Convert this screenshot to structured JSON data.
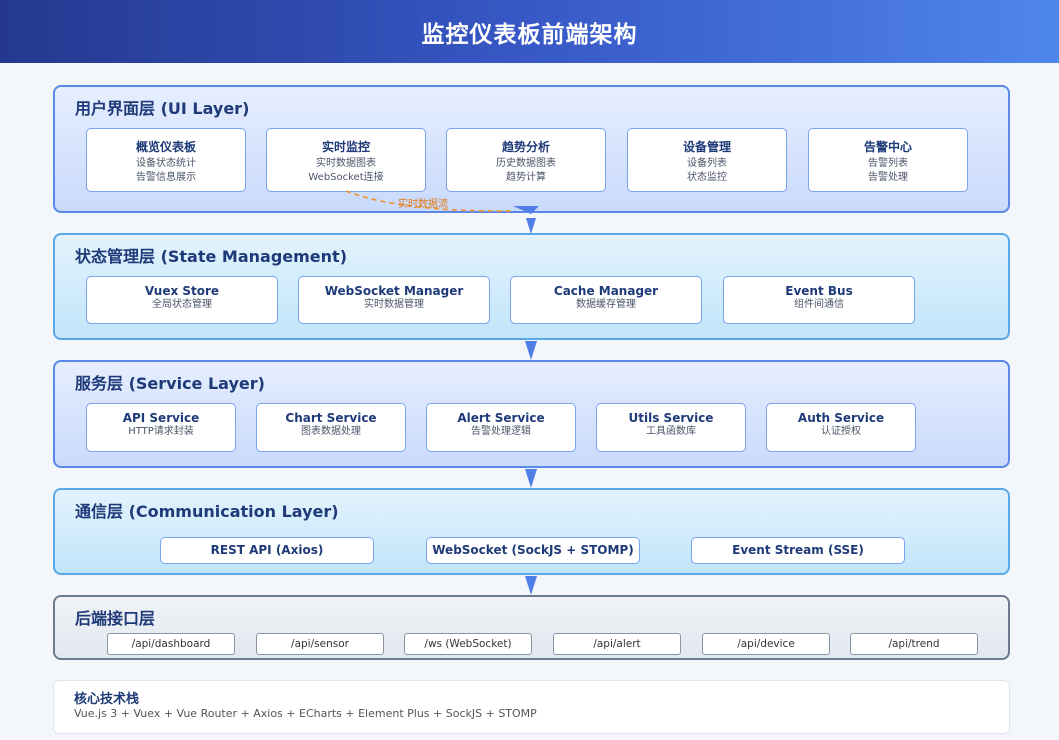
{
  "title": "监控仪表板前端架构",
  "ui_layer": {
    "title": "用户界面层 (UI Layer)",
    "cards": [
      {
        "name": "概览仪表板",
        "line1": "设备状态统计",
        "line2": "告警信息展示"
      },
      {
        "name": "实时监控",
        "line1": "实时数据图表",
        "line2": "WebSocket连接"
      },
      {
        "name": "趋势分析",
        "line1": "历史数据图表",
        "line2": "趋势计算"
      },
      {
        "name": "设备管理",
        "line1": "设备列表",
        "line2": "状态监控"
      },
      {
        "name": "告警中心",
        "line1": "告警列表",
        "line2": "告警处理"
      }
    ],
    "flow_label": "实时数据流"
  },
  "state_layer": {
    "title": "状态管理层 (State Management)",
    "cards": [
      {
        "name": "Vuex Store",
        "desc": "全局状态管理"
      },
      {
        "name": "WebSocket Manager",
        "desc": "实时数据管理"
      },
      {
        "name": "Cache Manager",
        "desc": "数据缓存管理"
      },
      {
        "name": "Event Bus",
        "desc": "组件间通信"
      }
    ]
  },
  "service_layer": {
    "title": "服务层 (Service Layer)",
    "cards": [
      {
        "name": "API Service",
        "desc": "HTTP请求封装"
      },
      {
        "name": "Chart Service",
        "desc": "图表数据处理"
      },
      {
        "name": "Alert Service",
        "desc": "告警处理逻辑"
      },
      {
        "name": "Utils Service",
        "desc": "工具函数库"
      },
      {
        "name": "Auth Service",
        "desc": "认证授权"
      }
    ]
  },
  "comm_layer": {
    "title": "通信层 (Communication Layer)",
    "cards": [
      "REST API (Axios)",
      "WebSocket (SockJS + STOMP)",
      "Event Stream (SSE)"
    ]
  },
  "backend_layer": {
    "title": "后端接口层",
    "endpoints": [
      "/api/dashboard",
      "/api/sensor",
      "/ws (WebSocket)",
      "/api/alert",
      "/api/device",
      "/api/trend"
    ]
  },
  "tech_stack": {
    "title": "核心技术栈",
    "value": "Vue.js 3 + Vuex + Vue Router + Axios + ECharts + Element Plus + SockJS + STOMP"
  },
  "colors": {
    "header_start": "#24388f",
    "header_end": "#4f86ec",
    "arrow": "#4f7fe6",
    "flow": "#f0922b"
  }
}
